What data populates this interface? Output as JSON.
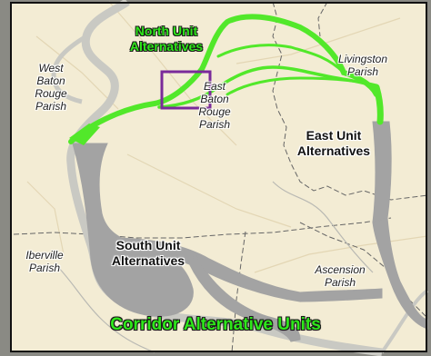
{
  "map": {
    "title": "Corridor Alternative Units",
    "units": {
      "north": "North Unit\nAlternatives",
      "east": "East Unit\nAlternatives",
      "south": "South Unit\nAlternatives"
    },
    "parishes": {
      "west_baton_rouge": "West\nBaton\nRouge\nParish",
      "east_baton_rouge": "East\nBaton\nRouge\nParish",
      "livingston": "Livingston\nParish",
      "iberville": "Iberville\nParish",
      "ascension": "Ascension\nParish"
    },
    "colors": {
      "land": "#f3ecd4",
      "river": "#c9c9c3",
      "north_unit": "#52e82a",
      "south_east_units": "#a3a3a3",
      "highlight_box": "#7a2a9a",
      "surround": "#8a8a84"
    }
  }
}
